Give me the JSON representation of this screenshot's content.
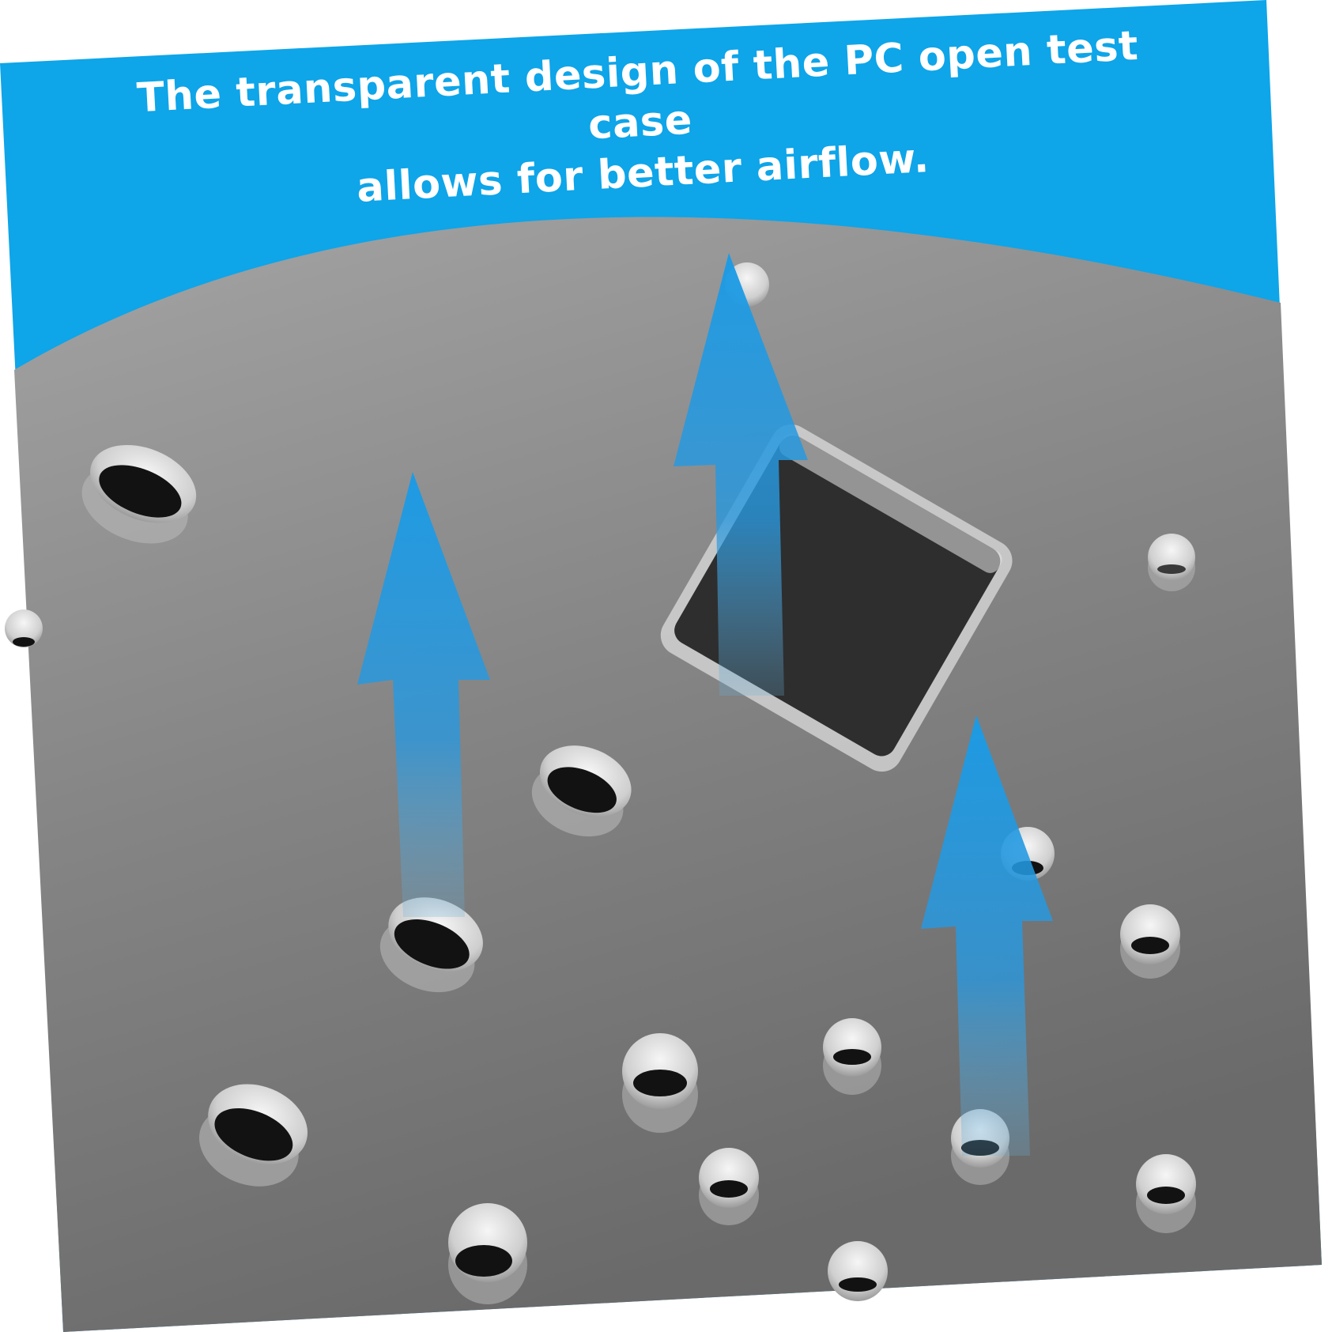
{
  "banner": {
    "line1": "The transparent design of the PC open test case",
    "line2": "allows for better airflow."
  },
  "colors": {
    "banner_blue": "#0ea5e9",
    "arrow_blue": "#1a9be6",
    "panel_gray": "#7b7b7b",
    "hole_dark": "#121212"
  },
  "image": {
    "subject": "acrylic-panel-with-holes",
    "arrow_count": 3
  }
}
